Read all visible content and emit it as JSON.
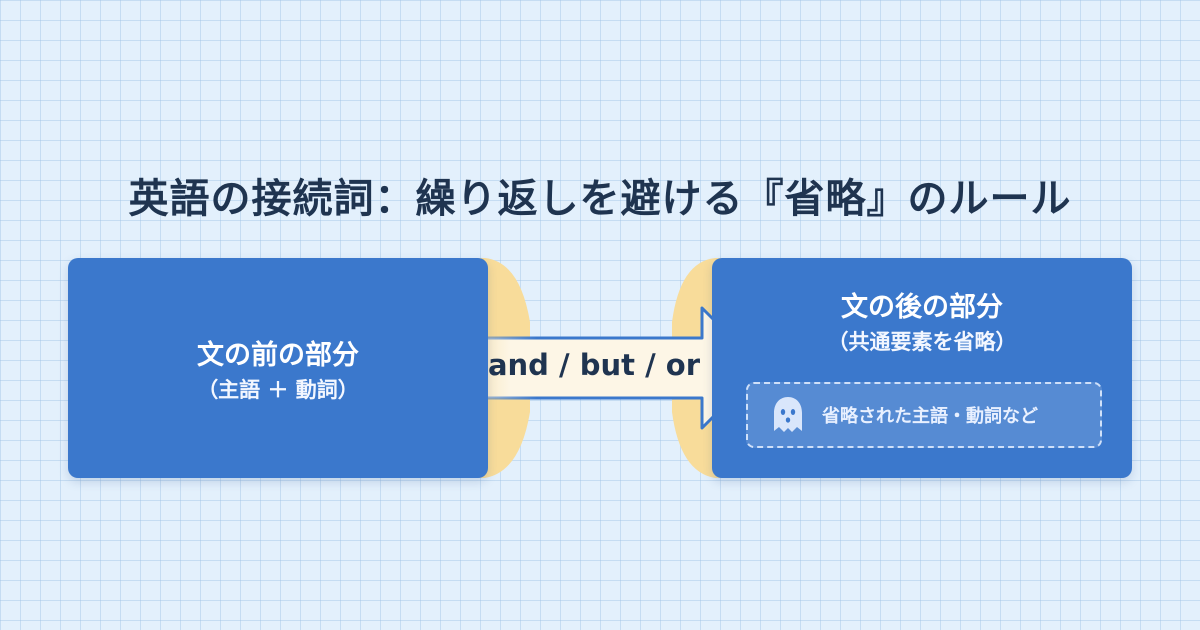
{
  "title": "英語の接続詞：繰り返しを避ける『省略』のルール",
  "left_box": {
    "title": "文の前の部分",
    "subtitle": "（主語 ＋ 動詞）"
  },
  "connector": {
    "label": "and / but / or"
  },
  "right_box": {
    "title": "文の後の部分",
    "subtitle": "（共通要素を省略）",
    "omitted_icon": "ghost-icon",
    "omitted_text": "省略された主語・動詞など"
  },
  "colors": {
    "background": "#e3f0fc",
    "box": "#3b78cc",
    "arrow": "#fdf6e6",
    "arrow_border": "#3b78cc",
    "bridge": "#f8dc9a",
    "text_dark": "#1f3450"
  }
}
